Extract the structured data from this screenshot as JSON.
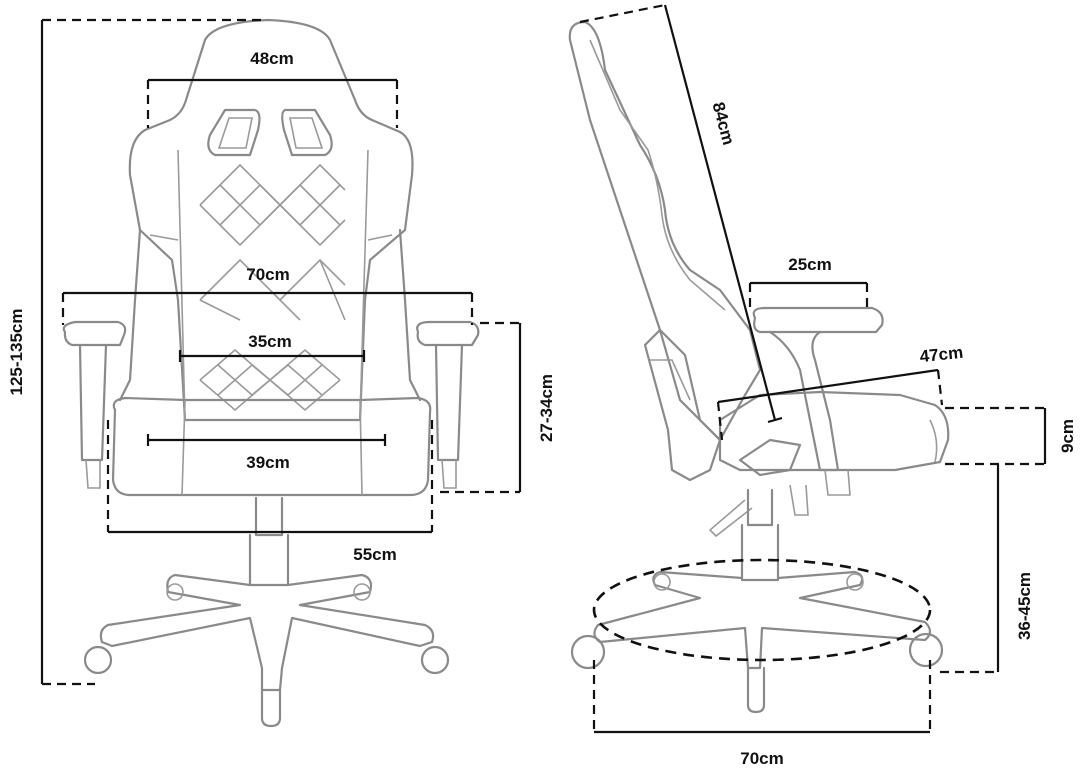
{
  "front_view": {
    "labels": {
      "headrest_width": "48cm",
      "total_width": "70cm",
      "back_width": "35cm",
      "seat_width": "39cm",
      "seat_outer_width": "55cm",
      "total_height": "125-135cm",
      "armrest_height": "27-34cm"
    }
  },
  "side_view": {
    "labels": {
      "back_height": "84cm",
      "armrest_length": "25cm",
      "seat_depth": "47cm",
      "seat_thickness": "9cm",
      "seat_height": "36-45cm",
      "base_diameter": "70cm"
    }
  },
  "colors": {
    "outline": "#8a8a8a",
    "dimension": "#111111",
    "background": "#ffffff"
  }
}
